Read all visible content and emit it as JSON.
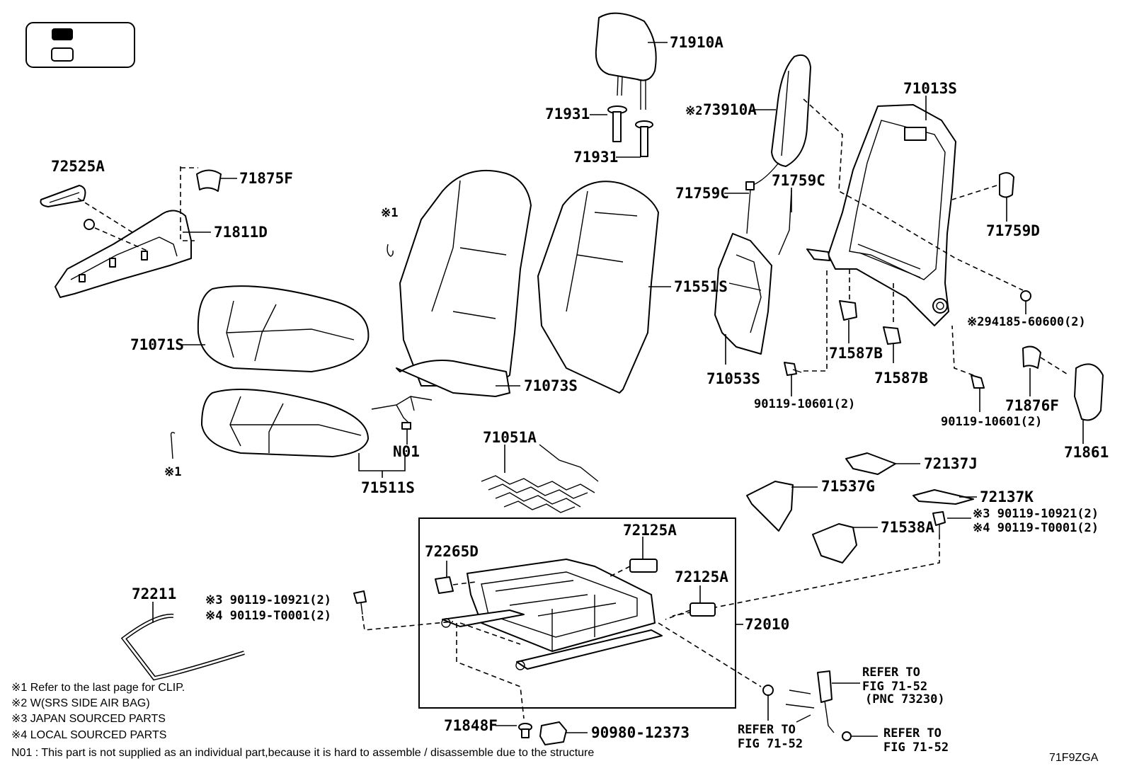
{
  "labels": {
    "p71910A": "71910A",
    "p71931a": "71931",
    "p71931b": "71931",
    "p73910A": "73910A",
    "p73910A_mark": "※2",
    "p71013S": "71013S",
    "p72525A": "72525A",
    "p71875F": "71875F",
    "p71811D": "71811D",
    "p71759Ca": "71759C",
    "p71759Cb": "71759C",
    "p71759D": "71759D",
    "p71551S": "71551S",
    "p71071S": "71071S",
    "p71073S": "71073S",
    "p71053S": "71053S",
    "p71587Ba": "71587B",
    "p71587Bb": "71587B",
    "p94185": "※294185-60600(2)",
    "p90119_10601a": "90119-10601(2)",
    "p90119_10601b": "90119-10601(2)",
    "p71876F": "71876F",
    "p71861": "71861",
    "pN01": "N01",
    "p71511S": "71511S",
    "p71051A": "71051A",
    "p72137J": "72137J",
    "p71537G": "71537G",
    "p72137K": "72137K",
    "p90119_10921r": "※3 90119-10921(2)",
    "p90119_T0001r": "※4 90119-T0001(2)",
    "p71538A": "71538A",
    "p72265D": "72265D",
    "p72125Aa": "72125A",
    "p72125Ab": "72125A",
    "p72211": "72211",
    "p90119_10921l": "※3  90119-10921(2)",
    "p90119_T0001l": "※4  90119-T0001(2)",
    "p72010": "72010",
    "p71848F": "71848F",
    "p90980": "90980-12373",
    "ref1a": "REFER TO",
    "ref1b": "FIG 71-52",
    "ref1c": "(PNC 73230)",
    "ref2a": "REFER TO",
    "ref2b": "FIG 71-52",
    "ref3a": "REFER TO",
    "ref3b": "FIG 71-52",
    "clip1": "※1",
    "clip2": "※1"
  },
  "notes": [
    "※1  Refer to the last page for CLIP.",
    "※2  W(SRS SIDE AIR BAG)",
    "※3  JAPAN SOURCED PARTS",
    "※4  LOCAL SOURCED PARTS",
    "N01 : This part is not supplied as an individual part,because it is hard to assemble / disassemble due to the structure"
  ],
  "figure_code": "71F9ZGA"
}
